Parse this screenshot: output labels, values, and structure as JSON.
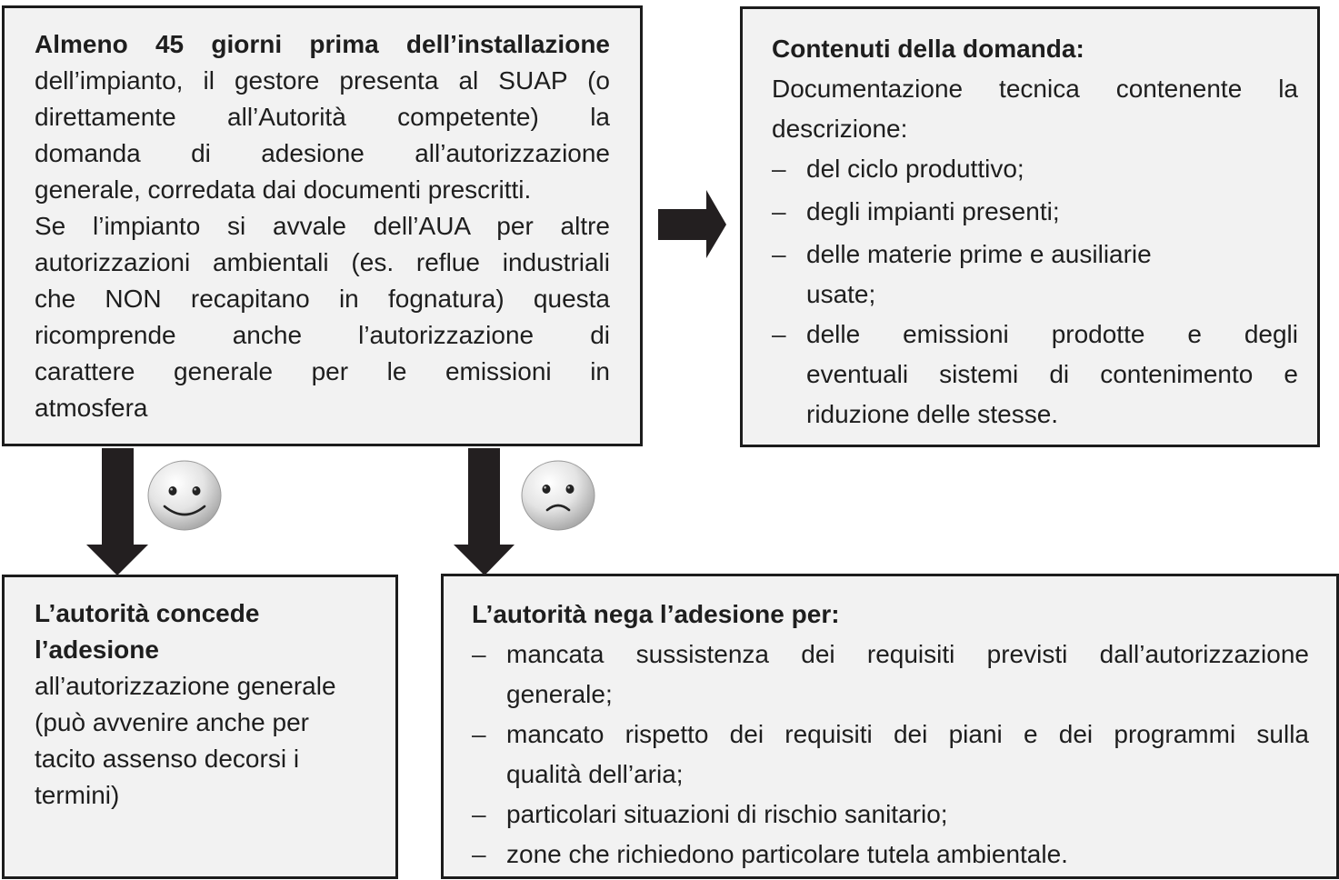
{
  "request_box": {
    "lines": [
      "Almeno 45 giorni prima dell’installazione",
      "dell’impianto, il gestore presenta al SUAP (o",
      "direttamente all’Autorità competente) la",
      "domanda di adesione all’autorizzazione",
      "generale, corredata dai documenti prescritti.",
      "Se l’impianto si avvale dell’AUA per altre",
      "autorizzazioni ambientali (es. reflue industriali",
      "che NON recapitano in fognatura) questa",
      "ricomprende anche l’autorizzazione di",
      "carattere generale per le emissioni in",
      "atmosfera"
    ]
  },
  "contents_box": {
    "title": "Contenuti della domanda:",
    "intro": [
      "Documentazione tecnica contenente la",
      "descrizione:"
    ],
    "dash": "–",
    "items": [
      [
        "del ciclo produttivo;"
      ],
      [
        "degli impianti presenti;"
      ],
      [
        "delle materie prime e ausiliarie",
        "usate;"
      ],
      [
        "delle emissioni prodotte e degli",
        "eventuali sistemi di contenimento e",
        "riduzione delle stesse."
      ]
    ]
  },
  "grant_box": {
    "title_lines": [
      "L’autorità concede",
      "l’adesione"
    ],
    "body_lines": [
      "all’autorizzazione generale",
      "(può avvenire anche per",
      "tacito assenso decorsi i",
      "termini)"
    ]
  },
  "deny_box": {
    "title": "L’autorità nega l’adesione per:",
    "dash": "–",
    "items": [
      [
        "mancata sussistenza dei requisiti previsti dall’autorizzazione",
        "generale;"
      ],
      [
        "mancato rispetto dei requisiti dei piani e dei programmi sulla",
        "qualità dell’aria;"
      ],
      [
        "particolari situazioni di rischio sanitario;"
      ],
      [
        "zone che richiedono particolare tutela ambientale."
      ]
    ]
  },
  "icons": {
    "right_arrow": "arrow-right-icon",
    "down_arrow_left": "arrow-down-icon",
    "down_arrow_right": "arrow-down-icon",
    "happy_face": "smiley-happy-icon",
    "sad_face": "smiley-sad-icon"
  },
  "colors": {
    "box_fill": "#f2f2f2",
    "border": "#1c1c1c",
    "arrow": "#231f20"
  }
}
